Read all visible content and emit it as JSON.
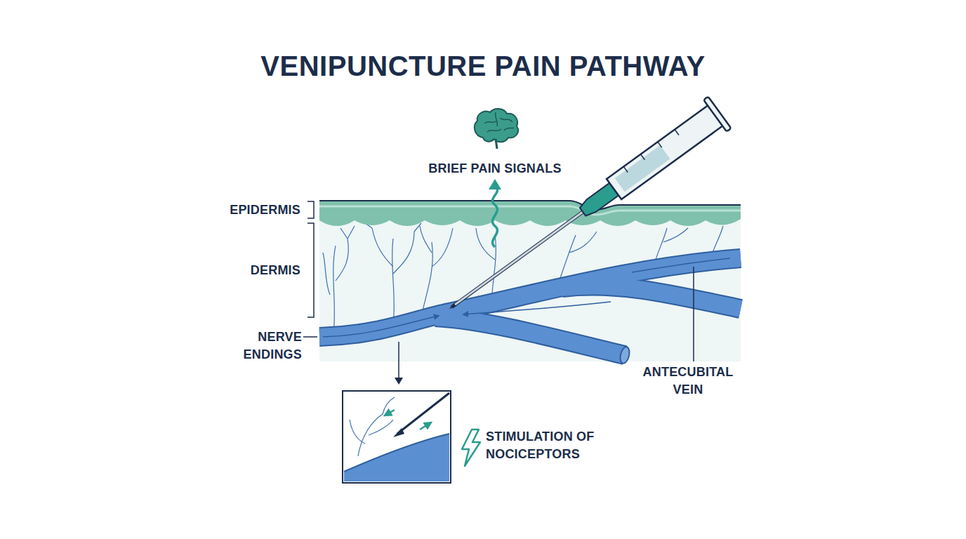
{
  "diagram": {
    "title": "VENIPUNCTURE PAIN PATHWAY",
    "labels": [
      "BRIEF PAIN SIGNALS",
      "EPIDERMIS",
      "DERMIS",
      "NERVE ENDINGS",
      "ANTECUBITAL VEIN",
      "STIMULATION OF NOCICEPTORS"
    ]
  }
}
